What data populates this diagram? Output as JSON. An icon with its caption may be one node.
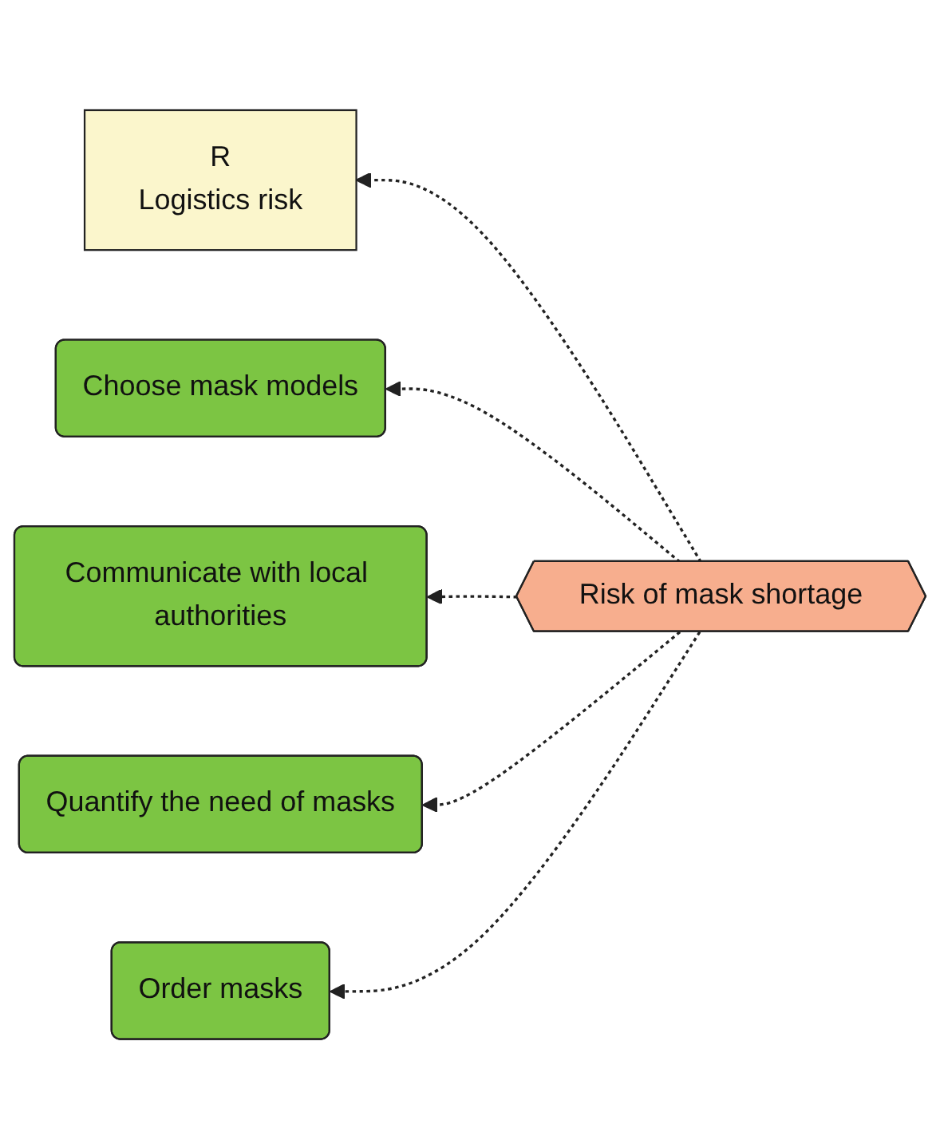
{
  "diagram": {
    "nodes": [
      {
        "text": [
          "R",
          "Logistics risk"
        ]
      },
      {
        "text": [
          "Choose mask models"
        ]
      },
      {
        "text": [
          "Communicate with local authorities"
        ]
      },
      {
        "text": [
          "Risk of mask shortage"
        ]
      },
      {
        "text": [
          "Quantify the need of masks"
        ]
      },
      {
        "text": [
          "Order masks"
        ]
      }
    ],
    "edges": [
      {
        "from": 3,
        "to": 0,
        "arrow": "to",
        "style": "dashed"
      },
      {
        "from": 3,
        "to": 1,
        "arrow": "to",
        "style": "dashed"
      },
      {
        "from": 3,
        "to": 2,
        "arrow": "to",
        "style": "dashed"
      },
      {
        "from": 3,
        "to": 4,
        "arrow": "to",
        "style": "dashed"
      },
      {
        "from": 3,
        "to": 5,
        "arrow": "to",
        "style": "dashed"
      }
    ]
  }
}
